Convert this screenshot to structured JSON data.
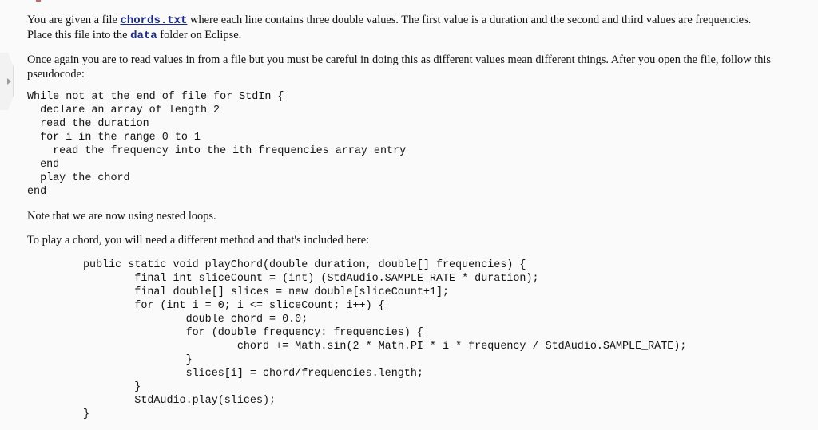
{
  "intro": {
    "before_link": "You are given a file ",
    "file_link": "chords.txt",
    "after_link": " where each line contains three double values. The first value is a duration and the second and third values are frequencies. Place this file into the ",
    "folder_name": "data",
    "after_folder": " folder on Eclipse."
  },
  "paragraph2": "Once again you are to read values in from a file but you must be careful in doing this as different values mean different things. After you open the file, follow this pseudocode:",
  "pseudocode": [
    "While not at the end of file for StdIn {",
    "  declare an array of length 2",
    "  read the duration",
    "  for i in the range 0 to 1",
    "    read the frequency into the ith frequencies array entry",
    "  end",
    "  play the chord",
    "end"
  ],
  "note": "Note that we are now using nested loops.",
  "paragraph4": "To play a chord, you will need a different method and that's included here:",
  "method_code": [
    "public static void playChord(double duration, double[] frequencies) {",
    "        final int sliceCount = (int) (StdAudio.SAMPLE_RATE * duration);",
    "        final double[] slices = new double[sliceCount+1];",
    "        for (int i = 0; i <= sliceCount; i++) {",
    "                double chord = 0.0;",
    "                for (double frequency: frequencies) {",
    "                        chord += Math.sin(2 * Math.PI * i * frequency / StdAudio.SAMPLE_RATE);",
    "                }",
    "                slices[i] = chord/frequencies.length;",
    "        }",
    "        StdAudio.play(slices);",
    "}"
  ]
}
